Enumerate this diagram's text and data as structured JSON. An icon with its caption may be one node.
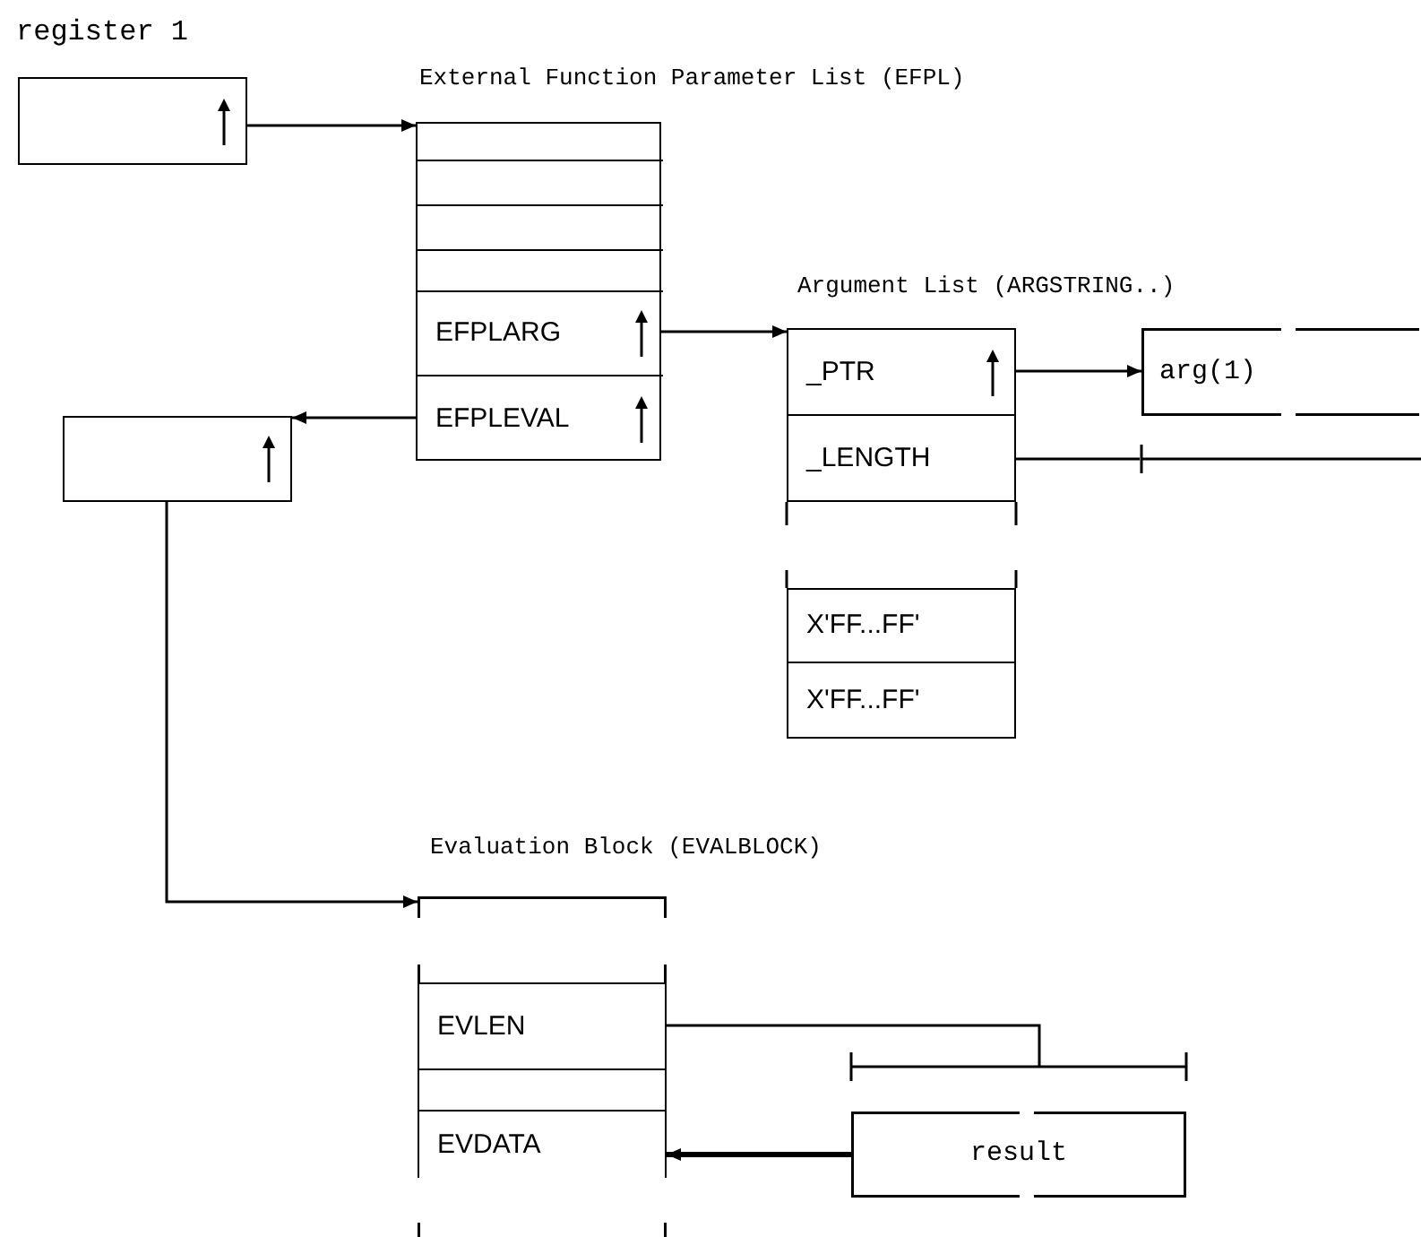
{
  "diagram": {
    "nodes": [
      {
        "text": [
          "register 1"
        ]
      },
      {
        "text": [
          "External Function Parameter List (EFPL)"
        ]
      },
      {
        "text": [],
        "shape": "box",
        "in": 1
      },
      {
        "text": [],
        "shape": "box",
        "in": 1
      },
      {
        "text": [],
        "shape": "box",
        "in": 1
      },
      {
        "text": [],
        "shape": "box",
        "in": 1
      },
      {
        "text": [
          "EFPLARG"
        ],
        "in": 1
      },
      {
        "text": [
          "EFPLEVAL"
        ],
        "in": 1
      },
      {
        "text": [
          "Argument List (ARGSTRING..)"
        ]
      },
      {
        "text": [
          "_PTR"
        ],
        "in": 8
      },
      {
        "text": [
          "_LENGTH"
        ],
        "in": 8
      },
      {
        "text": [
          "X'FF...FF'"
        ],
        "in": 8
      },
      {
        "text": [
          "X'FF...FF'"
        ],
        "in": 8
      },
      {
        "text": [
          "arg(1)"
        ]
      },
      {
        "text": [],
        "shape": "box"
      },
      {
        "text": [
          "Evaluation Block (EVALBLOCK)"
        ]
      },
      {
        "text": [
          "EVLEN"
        ],
        "in": 15
      },
      {
        "text": [],
        "shape": "box",
        "in": 15
      },
      {
        "text": [
          "EVDATA"
        ],
        "in": 15
      },
      {
        "text": [
          "result"
        ]
      }
    ],
    "edges": [
      {
        "from": 0,
        "to": 1,
        "arrow": "to"
      },
      {
        "from": 6,
        "to": 8,
        "arrow": "to"
      },
      {
        "from": 9,
        "to": 13,
        "arrow": "to"
      },
      {
        "from": 10,
        "to": null,
        "arrow": "none"
      },
      {
        "from": 7,
        "to": 14,
        "arrow": "to"
      },
      {
        "from": 14,
        "to": 15,
        "arrow": "to"
      },
      {
        "from": 16,
        "to": null,
        "arrow": "none"
      },
      {
        "from": 19,
        "to": 18,
        "arrow": "to",
        "style": "thick"
      }
    ]
  }
}
